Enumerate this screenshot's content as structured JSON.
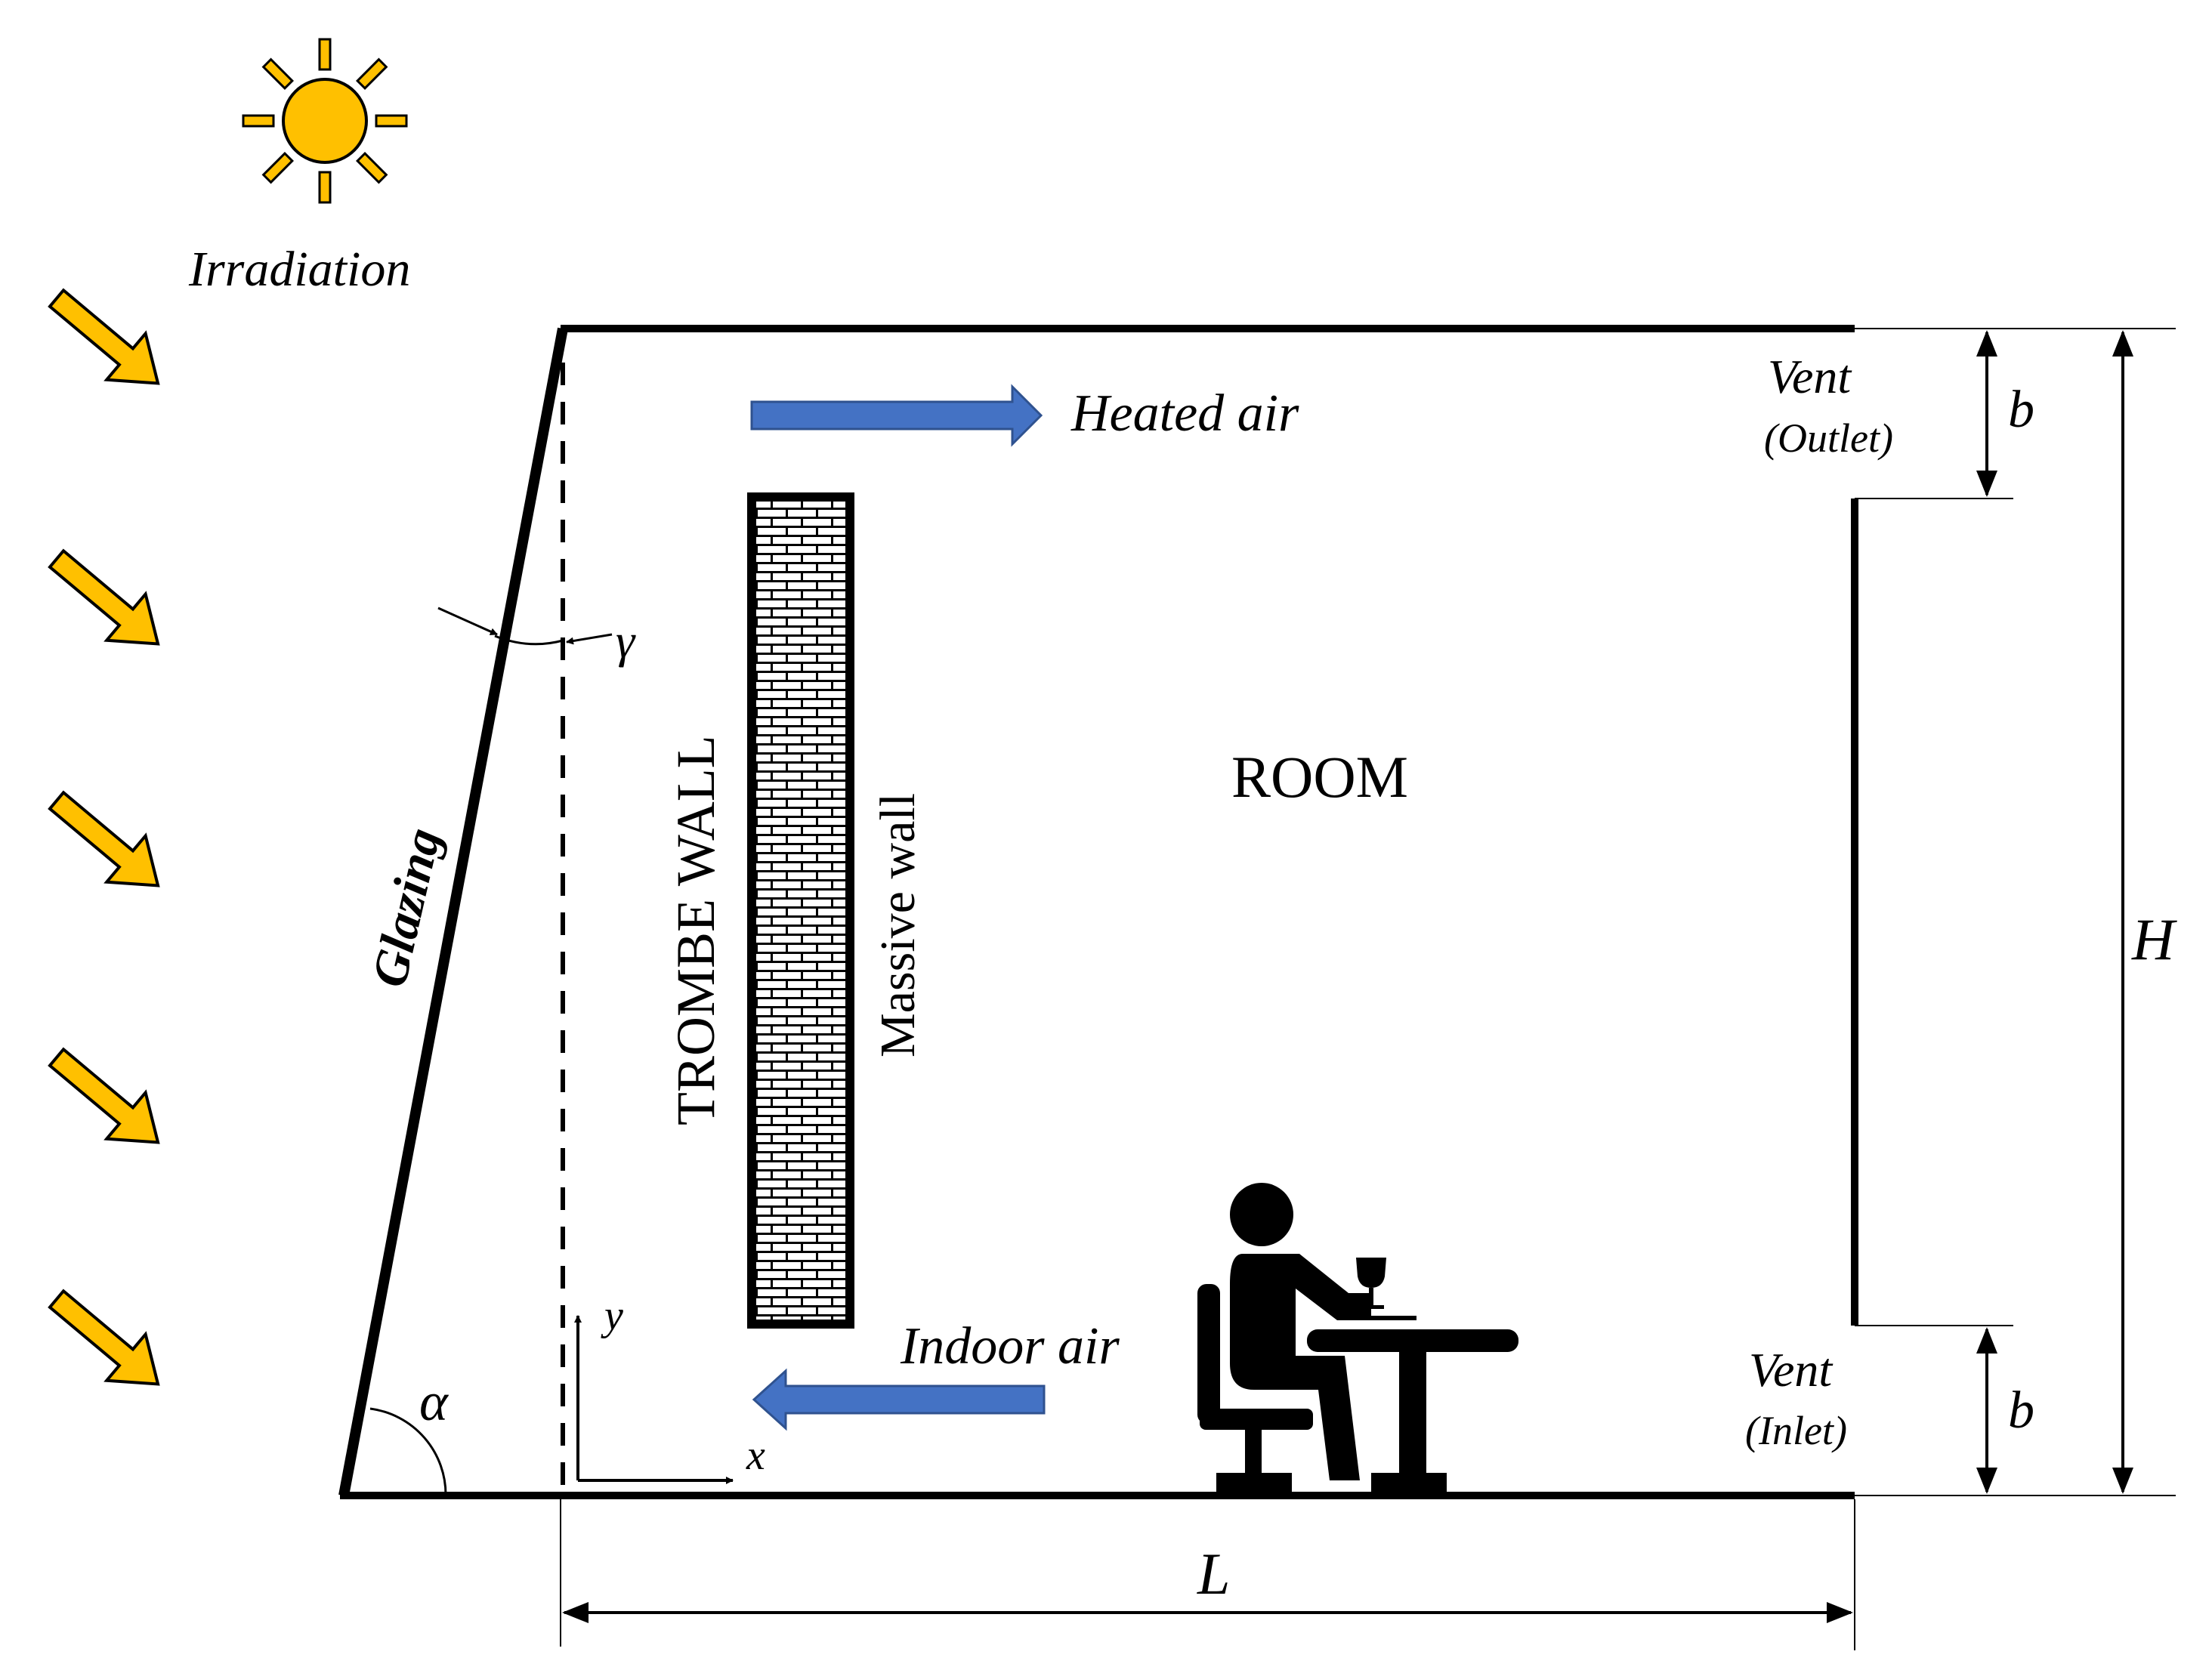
{
  "labels": {
    "irradiation": "Irradiation",
    "heated_air": "Heated air",
    "indoor_air": "Indoor air",
    "vent_top": "Vent",
    "vent_top_sub": "(Outlet)",
    "vent_bottom": "Vent",
    "vent_bottom_sub": "(Inlet)",
    "b_top": "b",
    "b_bottom": "b",
    "height": "H",
    "length": "L",
    "room": "ROOM",
    "trombe_wall": "TROMBE WALL",
    "massive_wall": "Massive wall",
    "glazing": "Glazing",
    "gamma": "γ",
    "alpha": "α",
    "axis_x": "x",
    "axis_y": "y"
  },
  "colors": {
    "sun": "#FFC000",
    "sun_outline": "#000000",
    "irradiation_arrow": "#FFC000",
    "air_arrow": "#4472C4",
    "air_arrow_outline": "#2F528F",
    "lines": "#000000"
  },
  "icons": {
    "sun": "sun-icon",
    "person": "seated-person-icon",
    "table": "table-icon",
    "glass": "wine-glass-icon"
  }
}
